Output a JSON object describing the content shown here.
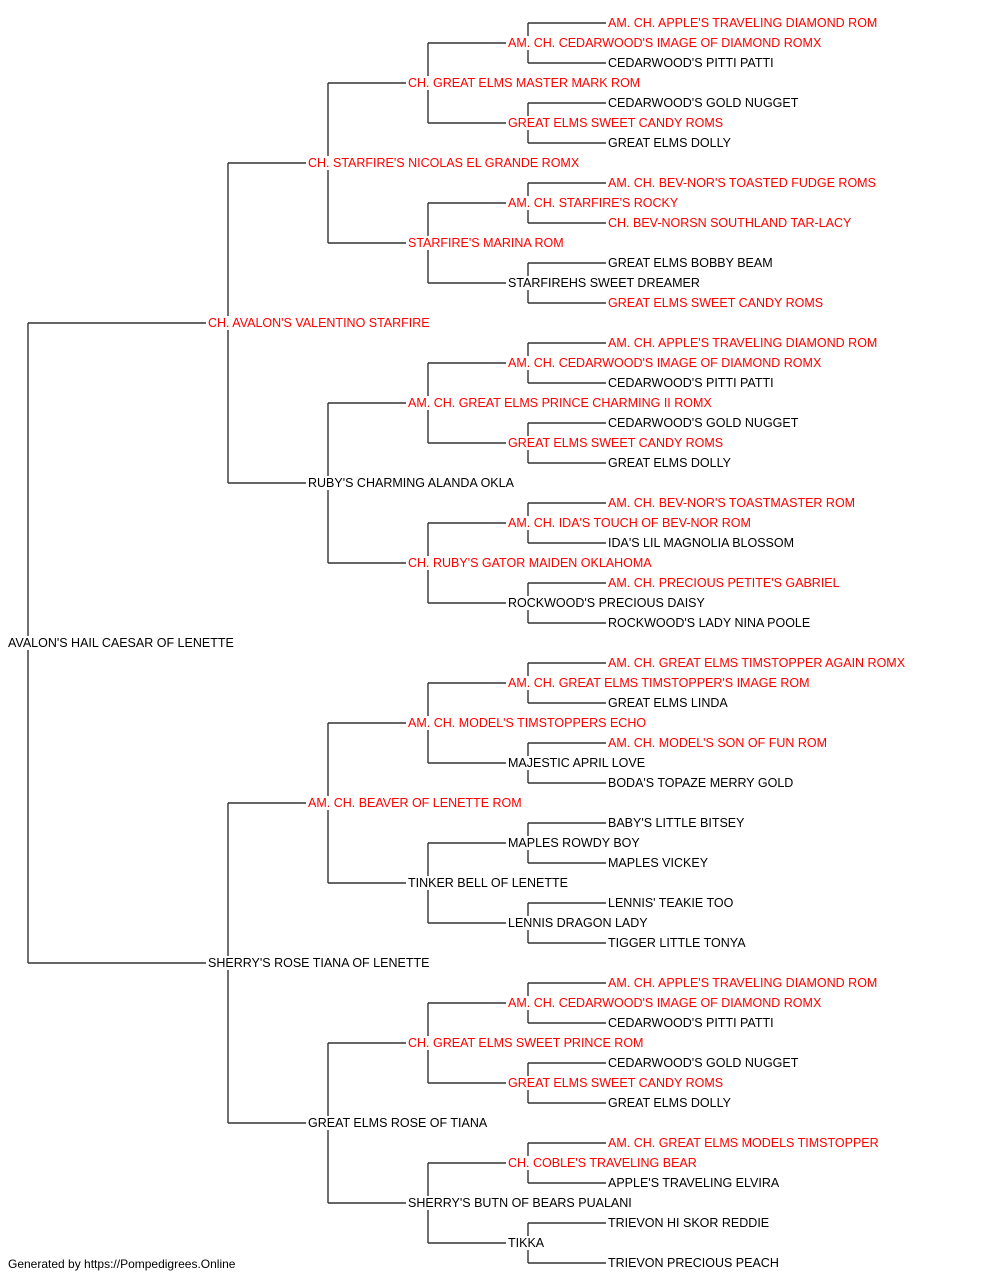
{
  "pedigree": {
    "name": "AVALON'S HAIL CAESAR OF LENETTE",
    "champion": false,
    "sire": {
      "name": "CH. AVALON'S VALENTINO STARFIRE",
      "champion": true,
      "sire": {
        "name": "CH. STARFIRE'S NICOLAS EL GRANDE ROMX",
        "champion": true,
        "sire": {
          "name": "CH. GREAT ELMS MASTER MARK ROM",
          "champion": true,
          "sire": {
            "name": "AM. CH. CEDARWOOD'S IMAGE OF DIAMOND ROMX",
            "champion": true,
            "sire": {
              "name": "AM. CH. APPLE'S TRAVELING DIAMOND ROM",
              "champion": true
            },
            "dam": {
              "name": "CEDARWOOD'S PITTI PATTI",
              "champion": false
            }
          },
          "dam": {
            "name": "GREAT ELMS SWEET CANDY ROMS",
            "champion": true,
            "sire": {
              "name": "CEDARWOOD'S GOLD NUGGET",
              "champion": false
            },
            "dam": {
              "name": "GREAT ELMS DOLLY",
              "champion": false
            }
          }
        },
        "dam": {
          "name": "STARFIRE'S MARINA ROM",
          "champion": true,
          "sire": {
            "name": "AM. CH. STARFIRE'S ROCKY",
            "champion": true,
            "sire": {
              "name": "AM. CH. BEV-NOR'S TOASTED FUDGE ROMS",
              "champion": true
            },
            "dam": {
              "name": "CH. BEV-NORSN SOUTHLAND TAR-LACY",
              "champion": true
            }
          },
          "dam": {
            "name": "STARFIREHS SWEET DREAMER",
            "champion": false,
            "sire": {
              "name": "GREAT ELMS BOBBY BEAM",
              "champion": false
            },
            "dam": {
              "name": "GREAT ELMS SWEET CANDY ROMS",
              "champion": true
            }
          }
        }
      },
      "dam": {
        "name": "RUBY'S CHARMING ALANDA OKLA",
        "champion": false,
        "sire": {
          "name": "AM. CH. GREAT ELMS PRINCE CHARMING II ROMX",
          "champion": true,
          "sire": {
            "name": "AM. CH. CEDARWOOD'S IMAGE OF DIAMOND ROMX",
            "champion": true,
            "sire": {
              "name": "AM. CH. APPLE'S TRAVELING DIAMOND ROM",
              "champion": true
            },
            "dam": {
              "name": "CEDARWOOD'S PITTI PATTI",
              "champion": false
            }
          },
          "dam": {
            "name": "GREAT ELMS SWEET CANDY ROMS",
            "champion": true,
            "sire": {
              "name": "CEDARWOOD'S GOLD NUGGET",
              "champion": false
            },
            "dam": {
              "name": "GREAT ELMS DOLLY",
              "champion": false
            }
          }
        },
        "dam": {
          "name": "CH. RUBY'S GATOR MAIDEN OKLAHOMA",
          "champion": true,
          "sire": {
            "name": "AM. CH. IDA'S TOUCH OF BEV-NOR ROM",
            "champion": true,
            "sire": {
              "name": "AM. CH. BEV-NOR'S TOASTMASTER ROM",
              "champion": true
            },
            "dam": {
              "name": "IDA'S LIL MAGNOLIA BLOSSOM",
              "champion": false
            }
          },
          "dam": {
            "name": "ROCKWOOD'S PRECIOUS DAISY",
            "champion": false,
            "sire": {
              "name": "AM. CH. PRECIOUS PETITE'S GABRIEL",
              "champion": true
            },
            "dam": {
              "name": "ROCKWOOD'S LADY NINA POOLE",
              "champion": false
            }
          }
        }
      }
    },
    "dam": {
      "name": "SHERRY'S ROSE TIANA OF LENETTE",
      "champion": false,
      "sire": {
        "name": "AM. CH. BEAVER OF LENETTE ROM",
        "champion": true,
        "sire": {
          "name": "AM. CH. MODEL'S TIMSTOPPERS ECHO",
          "champion": true,
          "sire": {
            "name": "AM. CH. GREAT ELMS TIMSTOPPER'S IMAGE ROM",
            "champion": true,
            "sire": {
              "name": "AM. CH. GREAT ELMS TIMSTOPPER AGAIN ROMX",
              "champion": true
            },
            "dam": {
              "name": "GREAT ELMS LINDA",
              "champion": false
            }
          },
          "dam": {
            "name": "MAJESTIC APRIL LOVE",
            "champion": false,
            "sire": {
              "name": "AM. CH. MODEL'S SON OF FUN ROM",
              "champion": true
            },
            "dam": {
              "name": "BODA'S TOPAZE MERRY GOLD",
              "champion": false
            }
          }
        },
        "dam": {
          "name": "TINKER BELL OF LENETTE",
          "champion": false,
          "sire": {
            "name": "MAPLES ROWDY BOY",
            "champion": false,
            "sire": {
              "name": "BABY'S LITTLE BITSEY",
              "champion": false
            },
            "dam": {
              "name": "MAPLES VICKEY",
              "champion": false
            }
          },
          "dam": {
            "name": "LENNIS DRAGON LADY",
            "champion": false,
            "sire": {
              "name": "LENNIS' TEAKIE TOO",
              "champion": false
            },
            "dam": {
              "name": "TIGGER LITTLE TONYA",
              "champion": false
            }
          }
        }
      },
      "dam": {
        "name": "GREAT ELMS ROSE OF TIANA",
        "champion": false,
        "sire": {
          "name": "CH. GREAT ELMS SWEET PRINCE ROM",
          "champion": true,
          "sire": {
            "name": "AM. CH. CEDARWOOD'S IMAGE OF DIAMOND ROMX",
            "champion": true,
            "sire": {
              "name": "AM. CH. APPLE'S TRAVELING DIAMOND ROM",
              "champion": true
            },
            "dam": {
              "name": "CEDARWOOD'S PITTI PATTI",
              "champion": false
            }
          },
          "dam": {
            "name": "GREAT ELMS SWEET CANDY ROMS",
            "champion": true,
            "sire": {
              "name": "CEDARWOOD'S GOLD NUGGET",
              "champion": false
            },
            "dam": {
              "name": "GREAT ELMS DOLLY",
              "champion": false
            }
          }
        },
        "dam": {
          "name": "SHERRY'S BUTN OF BEARS PUALANI",
          "champion": false,
          "sire": {
            "name": "CH. COBLE'S TRAVELING BEAR",
            "champion": true,
            "sire": {
              "name": "AM. CH. GREAT ELMS MODELS TIMSTOPPER",
              "champion": true
            },
            "dam": {
              "name": "APPLE'S TRAVELING ELVIRA",
              "champion": false
            }
          },
          "dam": {
            "name": "TIKKA",
            "champion": false,
            "sire": {
              "name": "TRIEVON HI SKOR REDDIE",
              "champion": false
            },
            "dam": {
              "name": "TRIEVON PRECIOUS PEACH",
              "champion": false
            }
          }
        }
      }
    }
  },
  "colors": {
    "champion": "#ff0000",
    "regular": "#000000",
    "line": "#333333"
  },
  "footer": "Generated by https://Pompedigrees.Online"
}
